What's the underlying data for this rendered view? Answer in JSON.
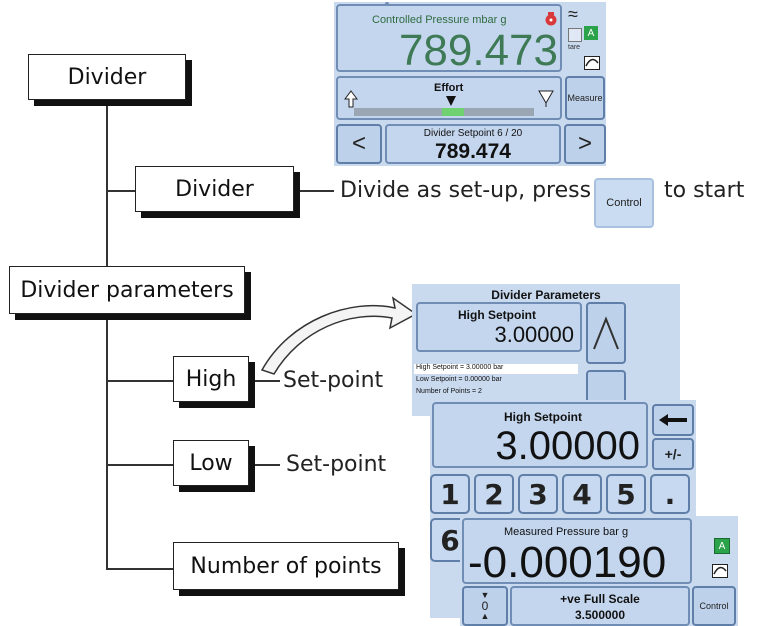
{
  "menu": {
    "divider": "Divider",
    "divider_sub": "Divider",
    "divider_parameters": "Divider parameters",
    "high": "High",
    "low": "Low",
    "number_of_points": "Number of points"
  },
  "notes": {
    "divide_text": "Divide as set-up, press",
    "control_button": "Control",
    "to_start": "to start",
    "high_setpoint": "Set-point",
    "low_setpoint": "Set-point"
  },
  "main_screen": {
    "header": "Controlled Pressure  mbar g",
    "value": "789.473",
    "effort_label": "Effort",
    "measure_button": "Measure",
    "setpoint_label": "Divider Setpoint 6 / 20",
    "setpoint_value": "789.474",
    "prev": "<",
    "next": ">",
    "side_icon_a": "A",
    "tare_label": "tare"
  },
  "params_screen": {
    "title": "Divider Parameters",
    "high_label": "High Setpoint",
    "high_value": "3.00000",
    "info": [
      "High Setpoint = 3.00000 bar",
      "Low Setpoint = 0.00000 bar",
      "Number of Points = 2"
    ]
  },
  "keypad_screen": {
    "label": "High Setpoint",
    "value": "3.00000",
    "plusminus": "+/-",
    "keys": [
      "1",
      "2",
      "3",
      "4",
      "5",
      "."
    ],
    "key6": "6"
  },
  "measure_screen": {
    "header": "Measured Pressure  bar g",
    "value": "-0.000190",
    "zero_digit": "0",
    "fullscale_label": "+ve Full Scale",
    "fullscale_value": "3.500000",
    "control_button": "Control",
    "side_icon_a": "A"
  },
  "colors": {
    "screen_bg": "#c9d9ee",
    "value_green": "#3e7a55",
    "effort_green": "#6fd16f",
    "a_icon_green": "#2aa34a"
  }
}
